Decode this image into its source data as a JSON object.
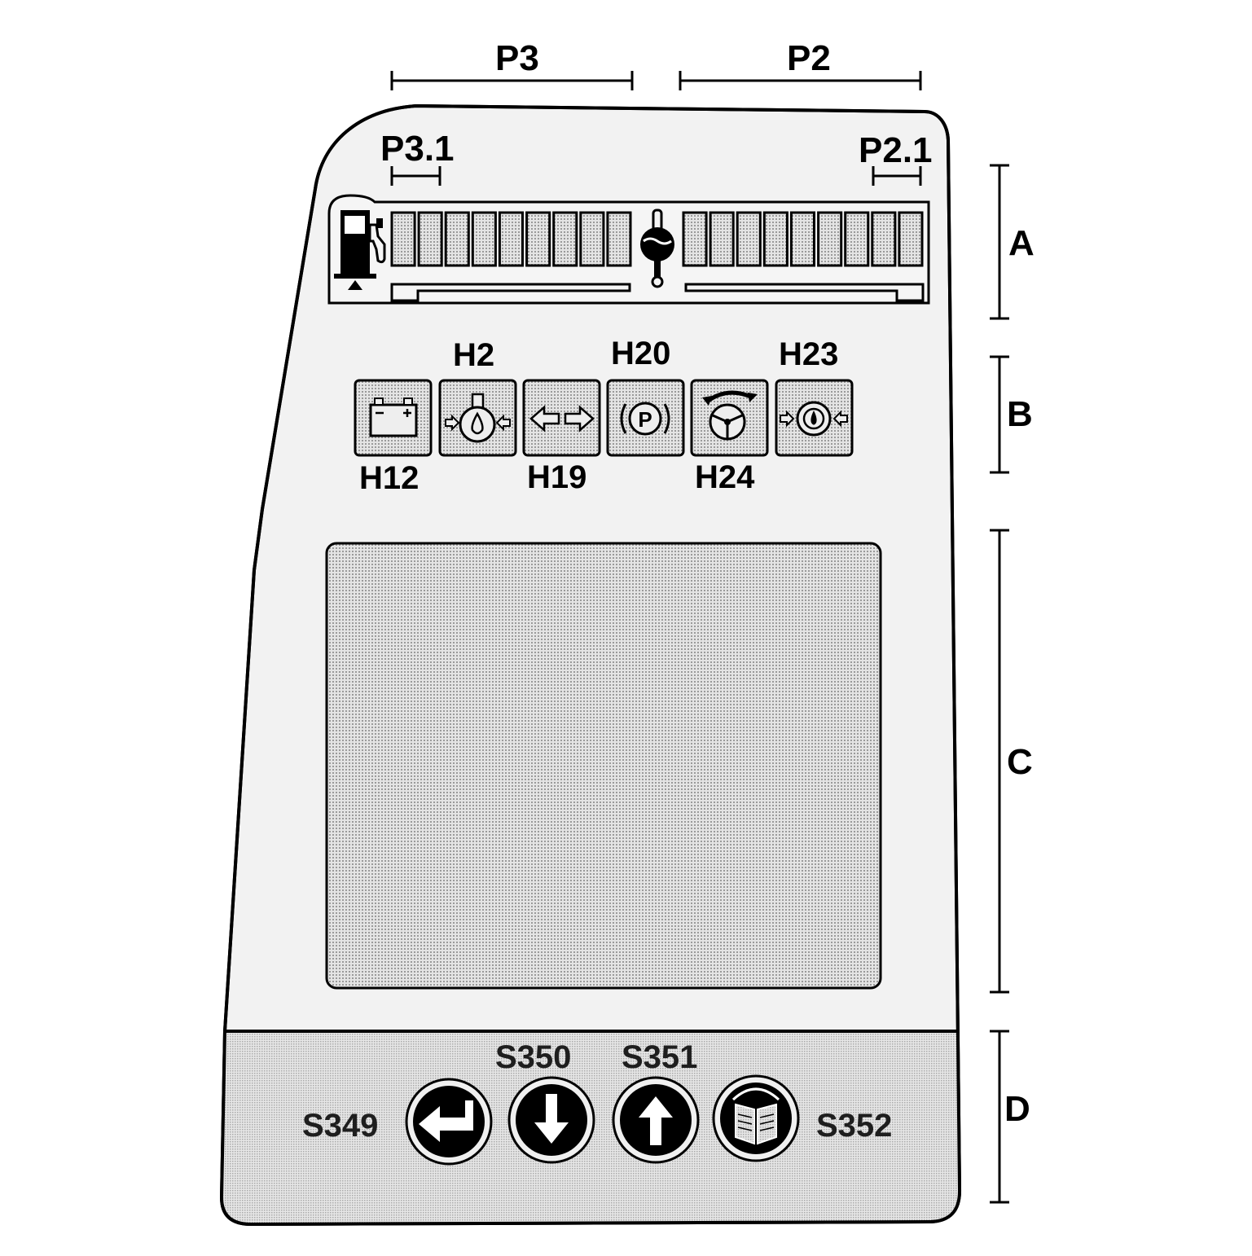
{
  "dimensions": {
    "p3": "P3",
    "p2": "P2",
    "p3_1": "P3.1",
    "p2_1": "P2.1"
  },
  "sections": {
    "a": "A",
    "b": "B",
    "c": "C",
    "d": "D"
  },
  "gauges": {
    "fuel": {
      "icon": "fuel-pump-icon",
      "segments": 9
    },
    "temperature": {
      "icon": "coolant-temperature-icon",
      "segments": 9
    }
  },
  "indicators": {
    "h12": {
      "label": "H12",
      "icon": "battery-icon"
    },
    "h2": {
      "label": "H2",
      "icon": "engine-oil-pressure-icon"
    },
    "h19": {
      "label": "H19",
      "icon": "turn-signal-icon"
    },
    "h20": {
      "label": "H20",
      "icon": "parking-brake-icon"
    },
    "h24": {
      "label": "H24",
      "icon": "steering-icon"
    },
    "h23": {
      "label": "H23",
      "icon": "brake-warning-icon"
    }
  },
  "buttons": {
    "s349": {
      "label": "S349",
      "icon": "enter-return-icon"
    },
    "s350": {
      "label": "S350",
      "icon": "arrow-down-icon"
    },
    "s351": {
      "label": "S351",
      "icon": "arrow-up-icon"
    },
    "s352": {
      "label": "S352",
      "icon": "manual-book-icon"
    }
  },
  "colors": {
    "panel": "#f2f2f2",
    "stipple": "#c4c4c4",
    "screen": "#d8d8d8",
    "strip": "#c2c2c2",
    "ink": "#000000"
  }
}
